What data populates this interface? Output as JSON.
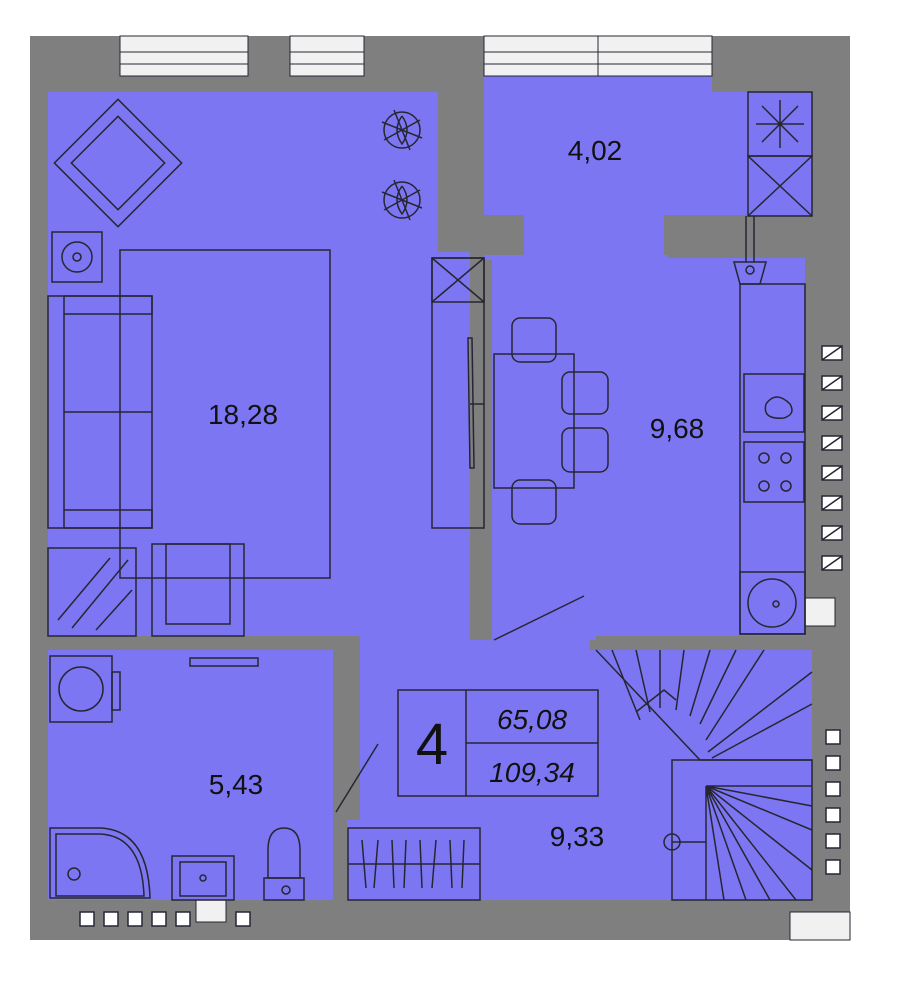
{
  "colors": {
    "floor": "#7d76f2",
    "wall": "#7f7f7f",
    "line": "#262633",
    "window": "#f1f1f1",
    "background": "#ffffff"
  },
  "rooms": [
    {
      "id": "living",
      "area": "18,28"
    },
    {
      "id": "balcony",
      "area": "4,02"
    },
    {
      "id": "kitchen",
      "area": "9,68"
    },
    {
      "id": "bathroom",
      "area": "5,43"
    },
    {
      "id": "hall",
      "area": "9,33"
    }
  ],
  "info": {
    "rooms_count": "4",
    "living_area": "65,08",
    "total_area": "109,34"
  },
  "icons": [
    "armchair-icon",
    "plant-icon",
    "speaker-icon",
    "sofa-icon",
    "bed-icon",
    "tv-icon",
    "dining-table-icon",
    "chair-icon",
    "fridge-icon",
    "sink-icon",
    "stove-icon",
    "boiler-icon",
    "washing-machine-icon",
    "shower-icon",
    "toilet-icon",
    "radiator-icon",
    "staircase-icon",
    "wardrobe-icon"
  ]
}
